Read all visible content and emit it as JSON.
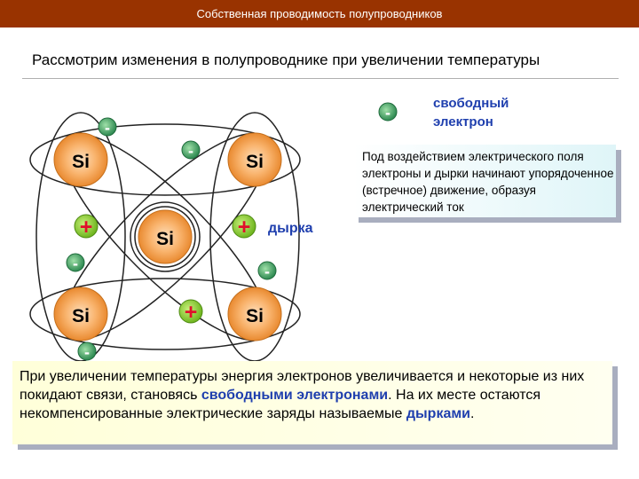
{
  "header": {
    "title": "Собственная проводимость полупроводников"
  },
  "subtitle": "Рассмотрим изменения в полупроводнике при увеличении температуры",
  "legend": {
    "electron_sign": "-",
    "label": "свободный\nэлектрон"
  },
  "atoms": {
    "label": "Si"
  },
  "hole_sign": "+",
  "electron_sign": "-",
  "hole_label": "дырка",
  "box1_text": "  Под  воздействием электрического поля электроны и дырки начинают упорядоченное (встречное) движение, образуя электрический ток",
  "box2": {
    "part1": "  При увеличении температуры энергия электронов увеличивается и некоторые из них покидают связи, становясь ",
    "free_electrons": "свободными электронами",
    "part2": ". На их месте остаются некомпенсированные электрические заряды называемые ",
    "holes": "дырками",
    "part3": "."
  },
  "colors": {
    "header_bg": "#993300",
    "atom_fill": "#f5a04a",
    "hole_fill": "#7ec42a",
    "hole_sign": "#e0102b",
    "electron_fill": "#4aa06a",
    "accent_text": "#1f3fae"
  }
}
